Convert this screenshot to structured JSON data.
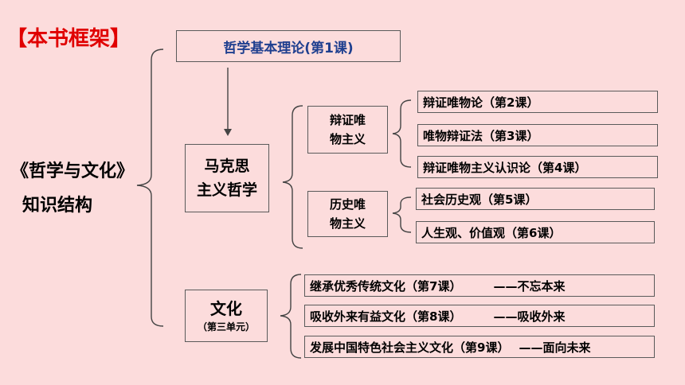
{
  "header_tag": "【本书框架】",
  "book": {
    "title": "《哲学与文化》",
    "subtitle": "知识结构"
  },
  "philosophy_theory": "哲学基本理论(第1课)",
  "marxism": {
    "line1": "马克思",
    "line2": "主义哲学"
  },
  "dialectical": {
    "line1": "辩证唯",
    "line2": "物主义"
  },
  "historical": {
    "line1": "历史唯",
    "line2": "物主义"
  },
  "dialectical_items": [
    "辩证唯物论（第2课）",
    "唯物辩证法（第3课）",
    "辩证唯物主义认识论（第4课）"
  ],
  "historical_items": [
    "社会历史观（第5课）",
    "人生观、价值观（第6课）"
  ],
  "culture": {
    "title": "文化",
    "unit": "（第三单元）"
  },
  "culture_items": [
    {
      "label": "继承优秀传统文化（第7课）",
      "motto": "——不忘本来"
    },
    {
      "label": "吸收外来有益文化（第8课）",
      "motto": "——吸收外来"
    },
    {
      "label": "发展中国特色社会主义文化（第9课）",
      "motto": "——面向未来"
    }
  ],
  "colors": {
    "header": "#e00000",
    "theory_text": "#1f3f8f",
    "background": "#fcdcdc",
    "border": "#5a5a5a"
  }
}
